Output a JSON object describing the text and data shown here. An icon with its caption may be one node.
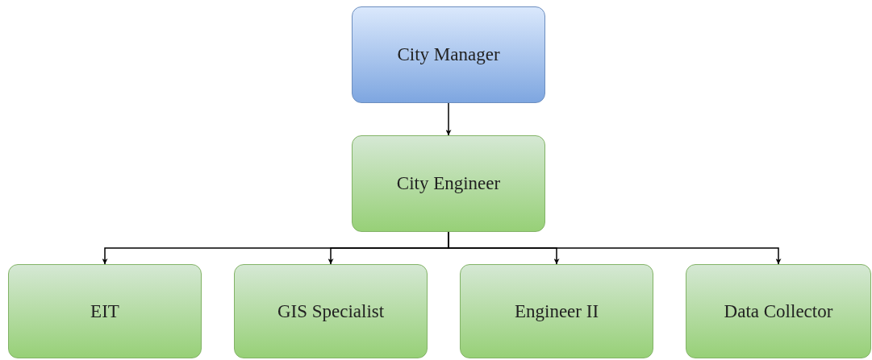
{
  "diagram": {
    "nodes": [
      {
        "text": [
          "City Manager"
        ]
      },
      {
        "text": [
          "City Engineer"
        ]
      },
      {
        "text": [
          "EIT"
        ]
      },
      {
        "text": [
          "GIS Specialist"
        ]
      },
      {
        "text": [
          "Engineer II"
        ]
      },
      {
        "text": [
          "Data Collector"
        ]
      }
    ],
    "edges": [
      {
        "from": 0,
        "to": 1,
        "arrow": "to"
      },
      {
        "from": 1,
        "to": 2,
        "arrow": "to"
      },
      {
        "from": 1,
        "to": 3,
        "arrow": "to"
      },
      {
        "from": 1,
        "to": 4,
        "arrow": "to"
      },
      {
        "from": 1,
        "to": 5,
        "arrow": "to"
      }
    ]
  }
}
